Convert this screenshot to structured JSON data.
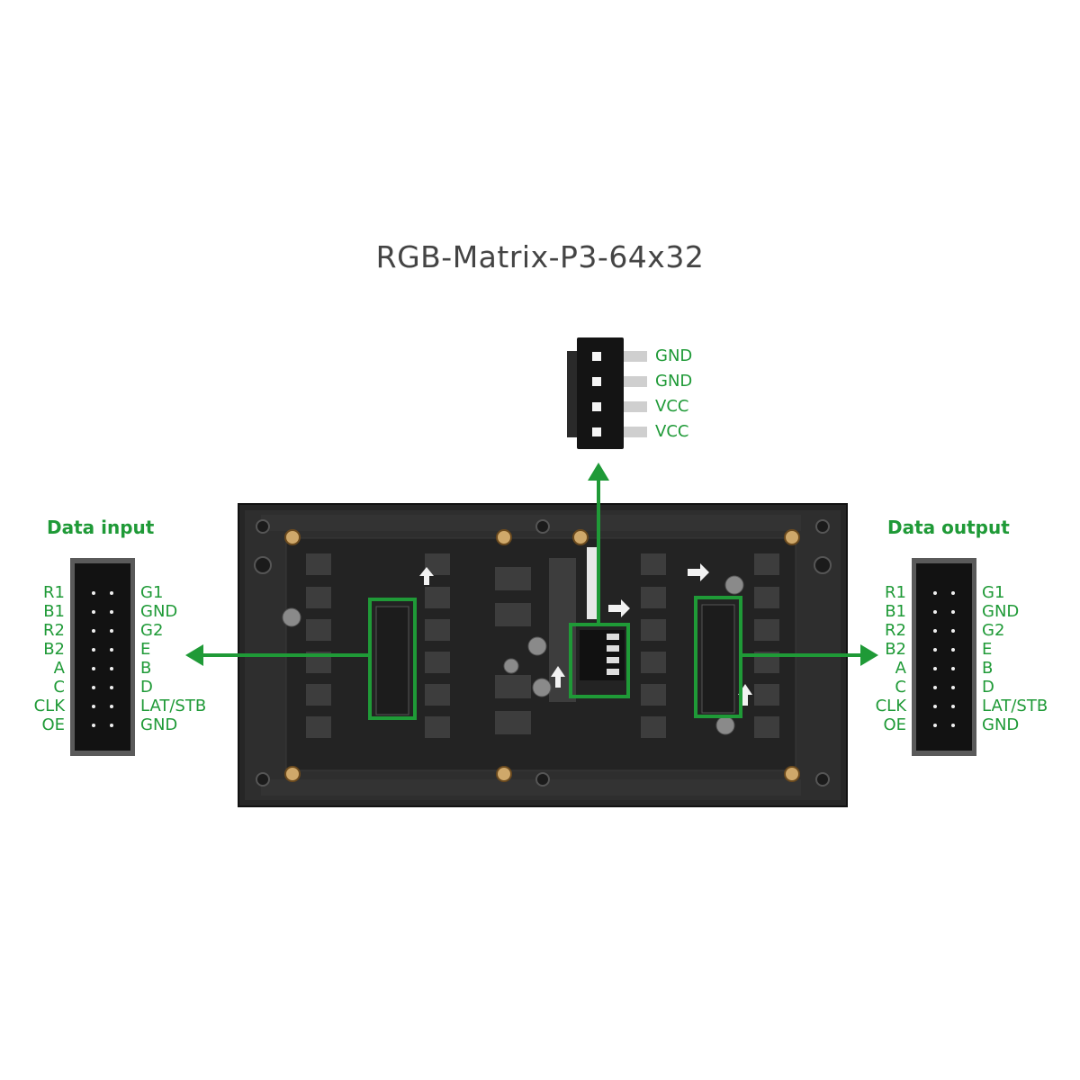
{
  "title": "RGB-Matrix-P3-64x32",
  "power_connector": {
    "pins": [
      "GND",
      "GND",
      "VCC",
      "VCC"
    ]
  },
  "data_input": {
    "label": "Data input",
    "left_pins": [
      "R1",
      "B1",
      "R2",
      "B2",
      "A",
      "C",
      "CLK",
      "OE"
    ],
    "right_pins": [
      "G1",
      "GND",
      "G2",
      "E",
      "B",
      "D",
      "LAT/STB",
      "GND"
    ]
  },
  "data_output": {
    "label": "Data output",
    "left_pins": [
      "R1",
      "B1",
      "R2",
      "B2",
      "A",
      "C",
      "CLK",
      "OE"
    ],
    "right_pins": [
      "G1",
      "GND",
      "G2",
      "E",
      "B",
      "D",
      "LAT/STB",
      "GND"
    ]
  },
  "colors": {
    "accent": "#1f9a37",
    "board": "#2b2b2b",
    "connector": "#1a1a1a"
  }
}
